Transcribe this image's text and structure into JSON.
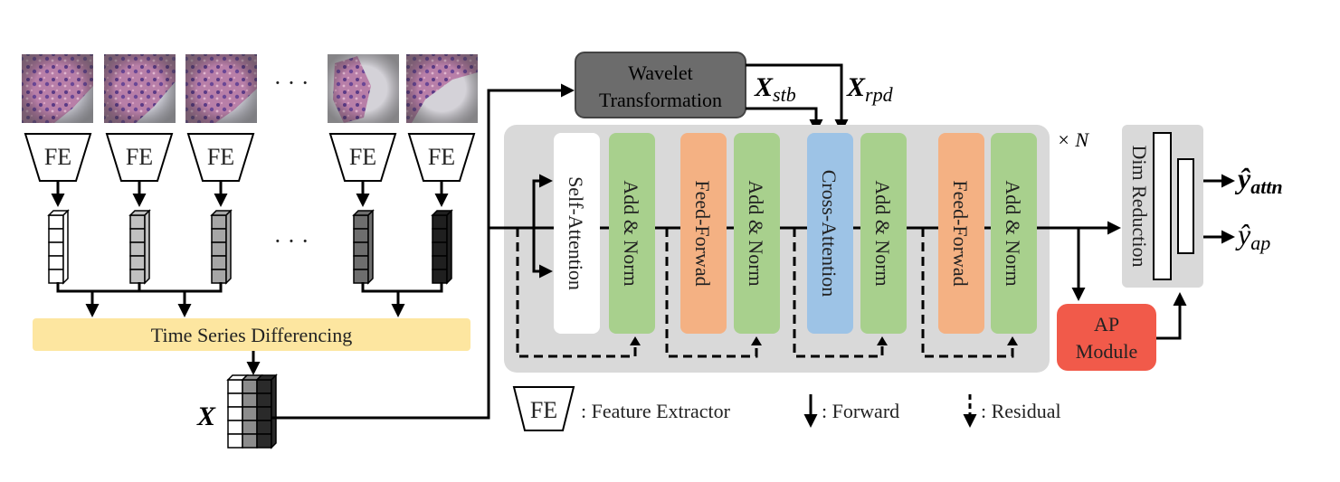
{
  "fe_label": "FE",
  "ellipsis": "· · ·",
  "diff_label": "Time Series Differencing",
  "x_symbol": "X",
  "wavelet": {
    "line1": "Wavelet",
    "line2": "Transformation"
  },
  "x_stb": {
    "base": "X",
    "sub": "stb"
  },
  "x_rpd": {
    "base": "X",
    "sub": "rpd"
  },
  "repeat_label": "× N",
  "blocks": {
    "self_attention": "Self-Attention",
    "add_norm": "Add & Norm",
    "feed_forward": "Feed-Forwad",
    "cross_attention": "Cross-Attention"
  },
  "dim_reduction": "Dim Reduction",
  "ap_module": {
    "line1": "AP",
    "line2": "Module"
  },
  "outputs": {
    "attn": {
      "base": "ŷ",
      "sub": "attn"
    },
    "ap": {
      "base": "ŷ",
      "sub": "ap"
    }
  },
  "legend": {
    "feature_extractor": ": Feature Extractor",
    "forward": ": Forward",
    "residual": ": Residual"
  },
  "colors": {
    "tile_bg": "#a8a8ad",
    "diff_bar": "#fde6a0",
    "wavelet_box": "#6c6c6c",
    "transformer_bg": "#d9d9d9",
    "add_norm": "#a8d08d",
    "feed_forward": "#f4b183",
    "cross_attention": "#9dc3e6",
    "self_attention": "#ffffff",
    "ap_module": "#f15a4a",
    "dim_reduction_bg": "#d9d9d9"
  }
}
